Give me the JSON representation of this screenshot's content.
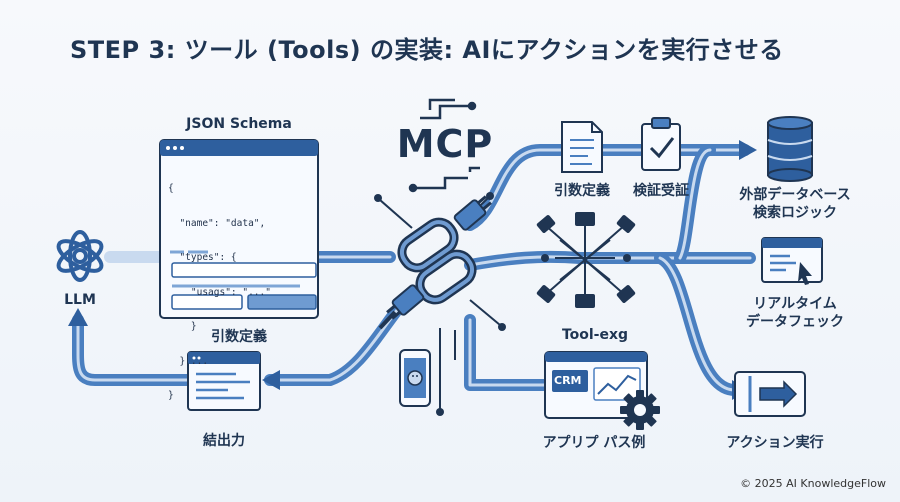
{
  "title": "STEP 3: ツール (Tools) の実装: AIにアクションを実行させる",
  "llm_label": "LLM",
  "json_schema": {
    "title": "JSON Schema",
    "code_lines": [
      "{",
      "  \"name\": \"data\",",
      "  \"types\": {",
      "    \"usags\": \"...\"",
      "    }",
      "  } ...",
      "}"
    ],
    "caption": "引数定義"
  },
  "result_label": "結出力",
  "mcp_label": "MCP",
  "arg_def_label": "引数定義",
  "verify_label": "検証受証",
  "tool_exg_label": "Tool-exg",
  "crm_label": "CRM",
  "app_example_label": "アプリプ パス例",
  "external_db_label": [
    "外部データベース",
    "検索ロジック"
  ],
  "realtime_label": [
    "リアルタイム",
    "データフェック"
  ],
  "action_exec_label": "アクション実行",
  "copyright": "© 2025 AI KnowledgeFlow",
  "colors": {
    "navy": "#1f3552",
    "pipe_blue": "#4a7fc0",
    "light_blue": "#c9daef",
    "panel_bg": "#eef3fa"
  },
  "icons": [
    "openai-knot-icon",
    "browser-window-icon",
    "document-icon",
    "clipboard-check-icon",
    "database-icon",
    "dashboard-click-icon",
    "arrow-box-icon",
    "plug-cluster-icon",
    "chain-plug-icon",
    "smartphone-icon",
    "gear-icon"
  ]
}
